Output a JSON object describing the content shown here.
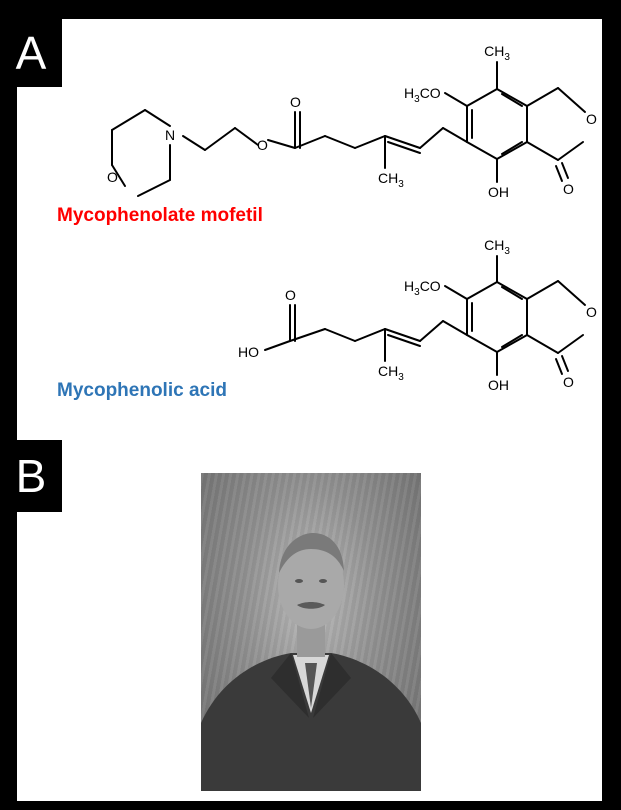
{
  "panels": {
    "a_label": "A",
    "b_label": "B"
  },
  "compounds": {
    "mycophenolate_mofetil": {
      "name": "Mycophenolate mofetil",
      "color": "#ff0000",
      "atoms": {
        "ch3_top": "CH",
        "ch3_top_sub": "3",
        "h3co_h": "H",
        "h3co_sub": "3",
        "h3co_co": "CO",
        "o_lactone": "O",
        "o_carbonyl": "O",
        "oh": "OH",
        "ch3_chain": "CH",
        "ch3_chain_sub": "3",
        "n": "N",
        "o_morph": "O",
        "o_ester": "O",
        "o_ester_carbonyl": "O"
      }
    },
    "mycophenolic_acid": {
      "name": "Mycophenolic acid",
      "color": "#2e75b6",
      "atoms": {
        "ch3_top": "CH",
        "ch3_top_sub": "3",
        "h3co_h": "H",
        "h3co_sub": "3",
        "h3co_co": "CO",
        "o_lactone": "O",
        "o_carbonyl": "O",
        "oh": "OH",
        "ch3_chain": "CH",
        "ch3_chain_sub": "3",
        "ho": "HO",
        "o_acid_carbonyl": "O"
      }
    }
  },
  "photo": {
    "description_icon": "portrait-photo"
  }
}
